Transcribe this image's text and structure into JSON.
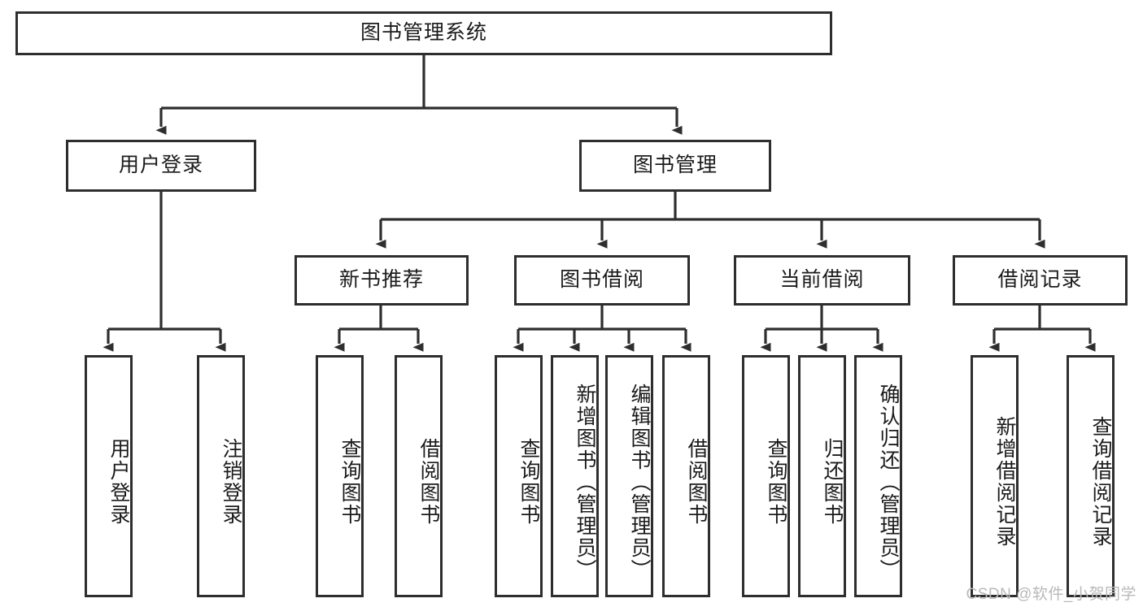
{
  "diagram": {
    "title": "图书管理系统",
    "type": "hierarchy-flowchart",
    "colors": {
      "box_border": "#2e2e2e",
      "box_fill": "#ffffff",
      "connector": "#2e2e2e",
      "text": "#1b1b1b",
      "watermark": "#b9b9b9",
      "background": "#ffffff"
    },
    "root": {
      "label": "图书管理系统"
    },
    "level2": [
      {
        "label": "用户登录"
      },
      {
        "label": "图书管理"
      }
    ],
    "level3": [
      {
        "label": "新书推荐"
      },
      {
        "label": "图书借阅"
      },
      {
        "label": "当前借阅"
      },
      {
        "label": "借阅记录"
      }
    ],
    "leaves": {
      "user_login": [
        {
          "label": "用户登录"
        },
        {
          "label": "注销登录"
        }
      ],
      "new_book_recommend": [
        {
          "label": "查询图书"
        },
        {
          "label": "借阅图书"
        }
      ],
      "book_borrow": [
        {
          "label": "查询图书"
        },
        {
          "label": "新增图书（管理员）"
        },
        {
          "label": "编辑图书（管理员）"
        },
        {
          "label": "借阅图书"
        }
      ],
      "current_borrow": [
        {
          "label": "查询图书"
        },
        {
          "label": "归还图书"
        },
        {
          "label": "确认归还（管理员）"
        }
      ],
      "borrow_record": [
        {
          "label": "新增借阅记录"
        },
        {
          "label": "查询借阅记录"
        }
      ]
    },
    "watermark": "CSDN @软件_小贺同学"
  }
}
